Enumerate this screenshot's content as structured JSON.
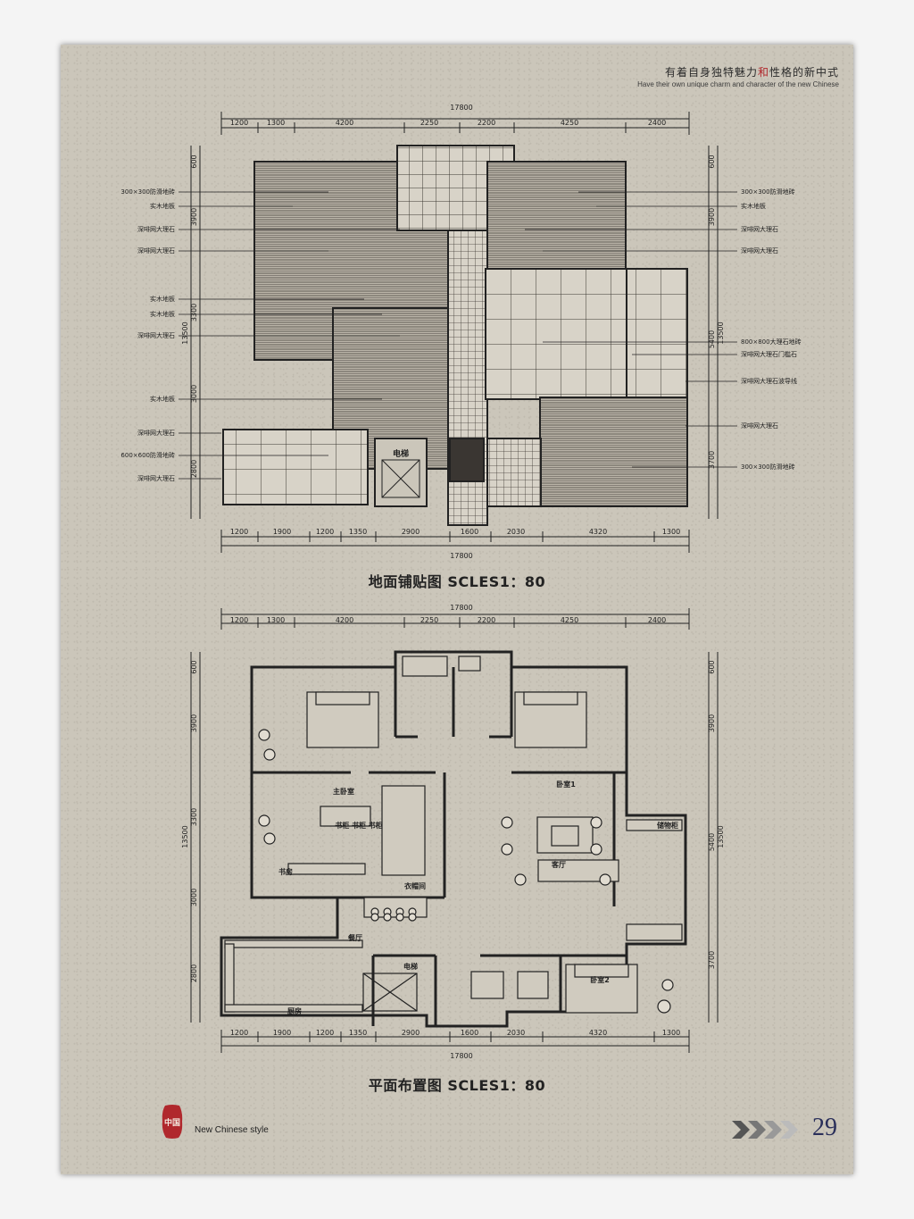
{
  "header": {
    "slogan_cn_1": "有着自身独特魅力",
    "slogan_cn_red": "和",
    "slogan_cn_2": "性格的新中式",
    "slogan_en": "Have their own unique charm and character of the new Chinese"
  },
  "dimensions": {
    "total": "17800",
    "top_segments": [
      "1200",
      "1300",
      "4200",
      "2250",
      "2200",
      "4250",
      "2400"
    ],
    "bottom_segments": [
      "1200",
      "1900",
      "1200",
      "1350",
      "2900",
      "1600",
      "2030",
      "4320",
      "1300"
    ],
    "left_segments": [
      "600",
      "3900",
      "3300",
      "3000",
      "2800"
    ],
    "left_total": "13500",
    "right_segments": [
      "600",
      "3900",
      "5400",
      "3700"
    ],
    "right_total": "13500"
  },
  "floor_plan_1": {
    "left_labels": [
      "300×300防滑地砖",
      "实木地板",
      "深啡网大理石",
      "深啡网大理石",
      "实木地板",
      "实木地板",
      "深啡网大理石",
      "实木地板",
      "深啡网大理石",
      "600×600防滑地砖",
      "深啡网大理石"
    ],
    "right_labels": [
      "300×300防滑地砖",
      "实木地板",
      "深啡网大理石",
      "深啡网大理石",
      "800×800大理石地砖",
      "深啡网大理石门槛石",
      "深啡网大理石波导线",
      "深啡网大理石",
      "300×300防滑地砖"
    ],
    "elevator_label": "电梯",
    "caption": "地面铺贴图 SCLES1：80"
  },
  "floor_plan_2": {
    "rooms": {
      "master_bedroom": "主卧室",
      "bedroom1": "卧室1",
      "bedroom2": "卧室2",
      "living": "客厅",
      "study": "书房",
      "dining": "餐厅",
      "kitchen": "厨房",
      "elevator": "电梯",
      "cloakroom": "衣帽间",
      "storage": "储物柜",
      "bookshelf": "书柜 书柜 书柜"
    },
    "caption": "平面布置图 SCLES1：80"
  },
  "footer": {
    "seal_text": "中国",
    "brand_en": "New Chinese style",
    "page_number": "29"
  },
  "colors": {
    "paper": "#cbc6ba",
    "accent_red": "#b0282d",
    "page_number": "#2a2f5a",
    "ink": "#222222"
  }
}
